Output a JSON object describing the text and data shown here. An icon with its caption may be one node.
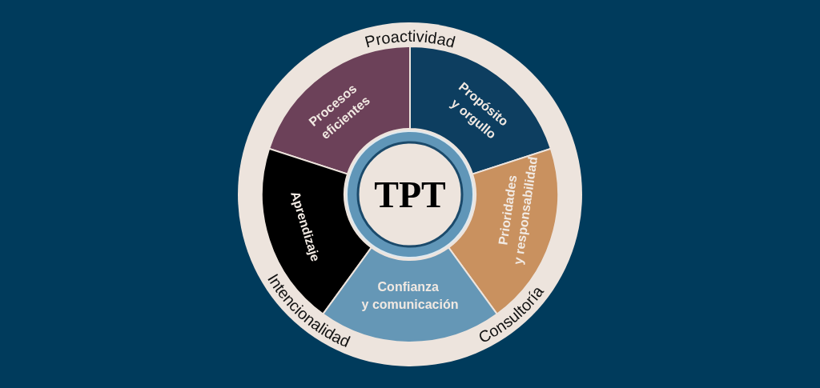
{
  "diagram": {
    "nodes": [
      {
        "text": [
          "Proactividad",
          "Intencionalidad",
          "Consultoría"
        ]
      },
      {
        "text": [
          "Procesos eficientes"
        ],
        "in": 0
      },
      {
        "text": [
          "Propósito y orgullo"
        ],
        "in": 0
      },
      {
        "text": [
          "Aprendizaje"
        ],
        "in": 0
      },
      {
        "text": [
          "TPT"
        ],
        "in": 0
      },
      {
        "text": [
          "Prioridades y responsabilidad"
        ],
        "in": 0
      },
      {
        "text": [
          "Confianza y comunicación"
        ],
        "in": 0
      }
    ]
  }
}
